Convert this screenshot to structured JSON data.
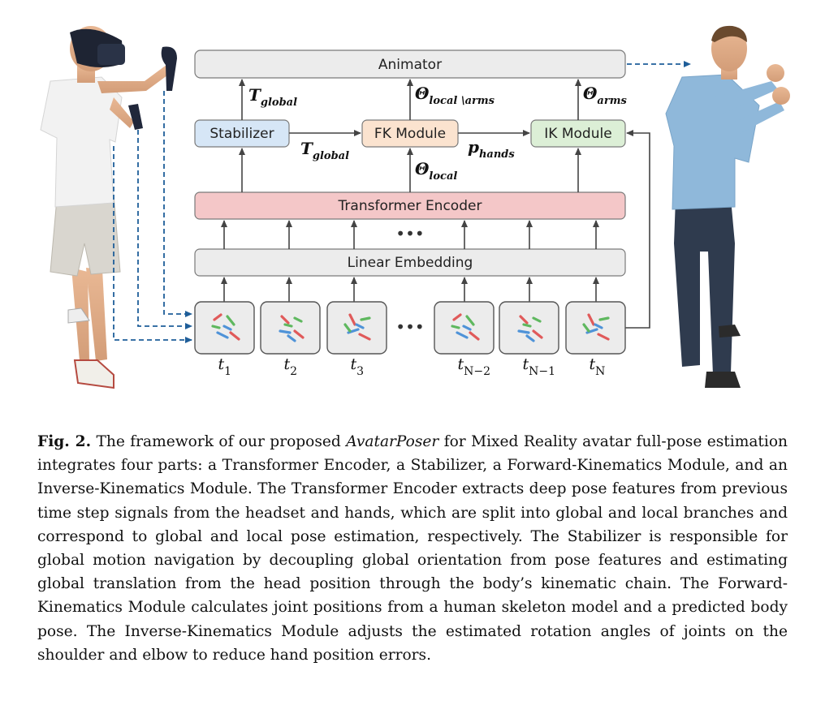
{
  "diagram": {
    "animator": "Animator",
    "stabilizer": "Stabilizer",
    "fk_module": "FK Module",
    "ik_module": "IK Module",
    "transformer": "Transformer Encoder",
    "embedding": "Linear Embedding",
    "ellipsis": "•••",
    "labels": {
      "T_global_top": {
        "base": "T",
        "sub": "global"
      },
      "T_global_mid": {
        "base": "T",
        "sub": "global"
      },
      "theta_local_arms": {
        "base": "Θ",
        "sub": "local \\arms"
      },
      "theta_arms": {
        "base": "Θ",
        "sub": "arms"
      },
      "p_hands": {
        "base": "p",
        "sub": "hands"
      },
      "theta_local": {
        "base": "Θ",
        "sub": "local"
      }
    },
    "time_steps": [
      {
        "base": "t",
        "sub": "1"
      },
      {
        "base": "t",
        "sub": "2"
      },
      {
        "base": "t",
        "sub": "3"
      },
      {
        "base": "t",
        "sub": "N−2"
      },
      {
        "base": "t",
        "sub": "N−1"
      },
      {
        "base": "t",
        "sub": "N"
      }
    ],
    "colors": {
      "stabilizer_fill": "#d6e6f6",
      "fk_fill": "#fbe3cf",
      "ik_fill": "#dcefd6",
      "transformer_fill": "#f4c7c8",
      "gray_fill": "#ececec",
      "dashed_arrow": "#1f5e99"
    }
  },
  "caption": {
    "fig_label": "Fig. 2.",
    "lead": "The framework of our proposed",
    "name": "AvatarPoser",
    "body": "for Mixed Reality avatar full-pose estimation integrates four parts: a Transformer Encoder, a Stabilizer, a Forward-Kinematics Module, and an Inverse-Kinematics Module. The Transformer Encoder extracts deep pose features from previous time step signals from the headset and hands, which are split into global and local branches and correspond to global and local pose estimation, respectively. The Stabilizer is responsible for global motion navigation by decoupling global orientation from pose features and estimating global translation from the head position through the body’s kinematic chain. The Forward-Kinematics Module calculates joint positions from a human skeleton model and a predicted body pose. The Inverse-Kinematics Module adjusts the estimated rotation angles of joints on the shoulder and elbow to reduce hand position errors."
  }
}
